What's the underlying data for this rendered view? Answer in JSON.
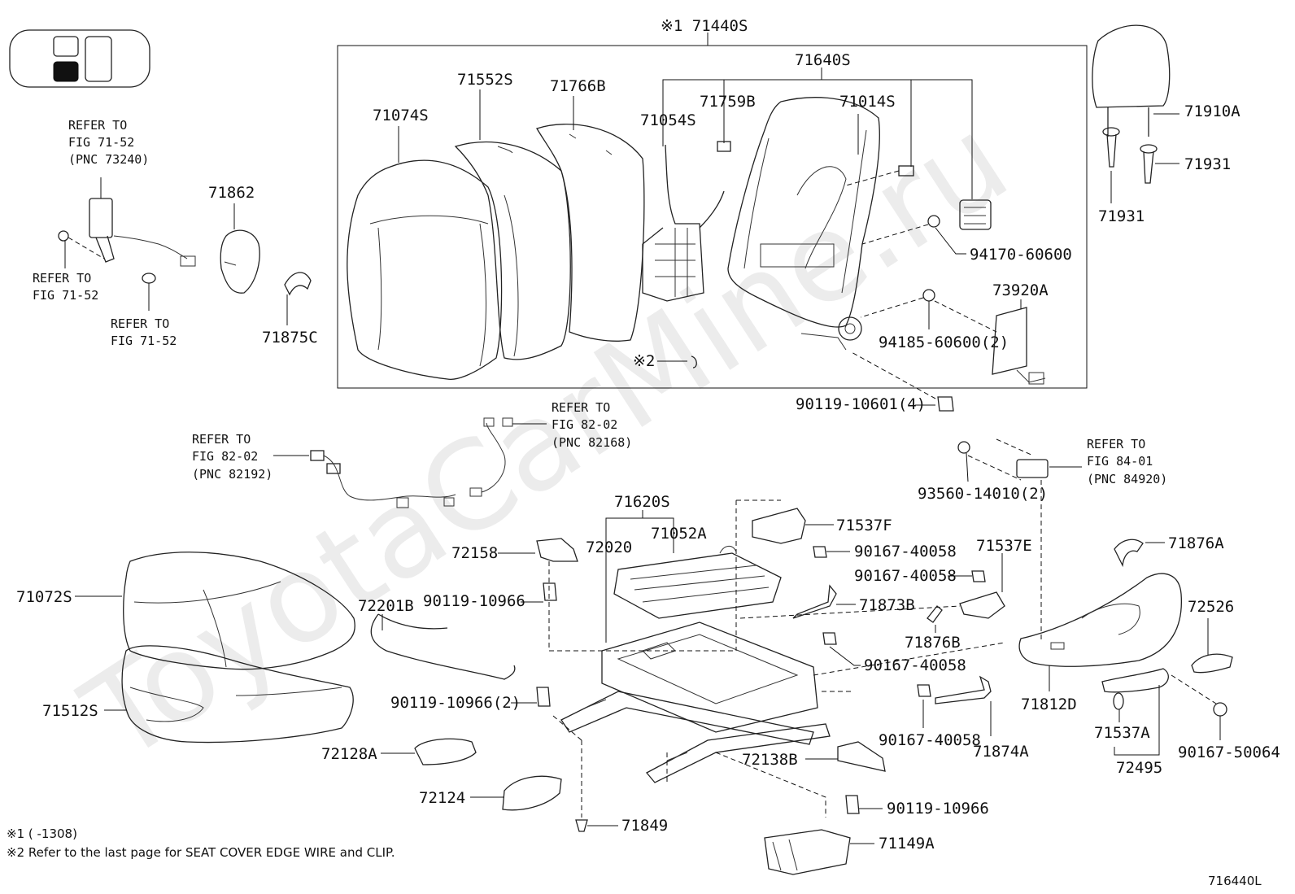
{
  "watermark": "ToyotaCarMine.ru",
  "diagram_id": "716440L",
  "assembly_label": "※1 71440S",
  "sub_assembly_label": "71640S",
  "notes": {
    "note1": "※1 (      -1308)",
    "note2": "※2  Refer to the last page for SEAT COVER EDGE WIRE and CLIP.",
    "edge_wire_mark": "※2"
  },
  "parts": {
    "p71074S": "71074S",
    "p71552S": "71552S",
    "p71766B": "71766B",
    "p71054S": "71054S",
    "p71759B": "71759B",
    "p71014S": "71014S",
    "p71910A": "71910A",
    "p71931a": "71931",
    "p71931b": "71931",
    "p71862": "71862",
    "p71875C": "71875C",
    "p94170": "94170-60600",
    "p73920A": "73920A",
    "p94185": "94185-60600(2)",
    "p90119_10601": "90119-10601(4)",
    "p71620S": "71620S",
    "p71052A": "71052A",
    "p72020": "72020",
    "p72158": "72158",
    "p90119_a": "90119-10966",
    "p72201B": "72201B",
    "p71072S": "71072S",
    "p71512S": "71512S",
    "p90119_2": "90119-10966(2)",
    "p72128A": "72128A",
    "p72124": "72124",
    "p71849": "71849",
    "p71537F": "71537F",
    "p90167_a": "90167-40058",
    "p90167_b": "90167-40058",
    "p71537E": "71537E",
    "p71873B": "71873B",
    "p71876B": "71876B",
    "p90167_c": "90167-40058",
    "p90167_d": "90167-40058",
    "p71874A": "71874A",
    "p72138B": "72138B",
    "p90119_b": "90119-10966",
    "p71149A": "71149A",
    "p93560": "93560-14010(2)",
    "p71876A": "71876A",
    "p72526": "72526",
    "p71812D": "71812D",
    "p71537A": "71537A",
    "p72495": "72495",
    "p90167_50064": "90167-50064"
  },
  "references": {
    "r1": {
      "l1": "REFER TO",
      "l2": "FIG 71-52",
      "l3": "(PNC 73240)"
    },
    "r2": {
      "l1": "REFER TO",
      "l2": "FIG 71-52"
    },
    "r3": {
      "l1": "REFER TO",
      "l2": "FIG 71-52"
    },
    "r4": {
      "l1": "REFER TO",
      "l2": "FIG 82-02",
      "l3": "(PNC 82168)"
    },
    "r5": {
      "l1": "REFER TO",
      "l2": "FIG 82-02",
      "l3": "(PNC 82192)"
    },
    "r6": {
      "l1": "REFER TO",
      "l2": "FIG 84-01",
      "l3": "(PNC 84920)"
    }
  }
}
